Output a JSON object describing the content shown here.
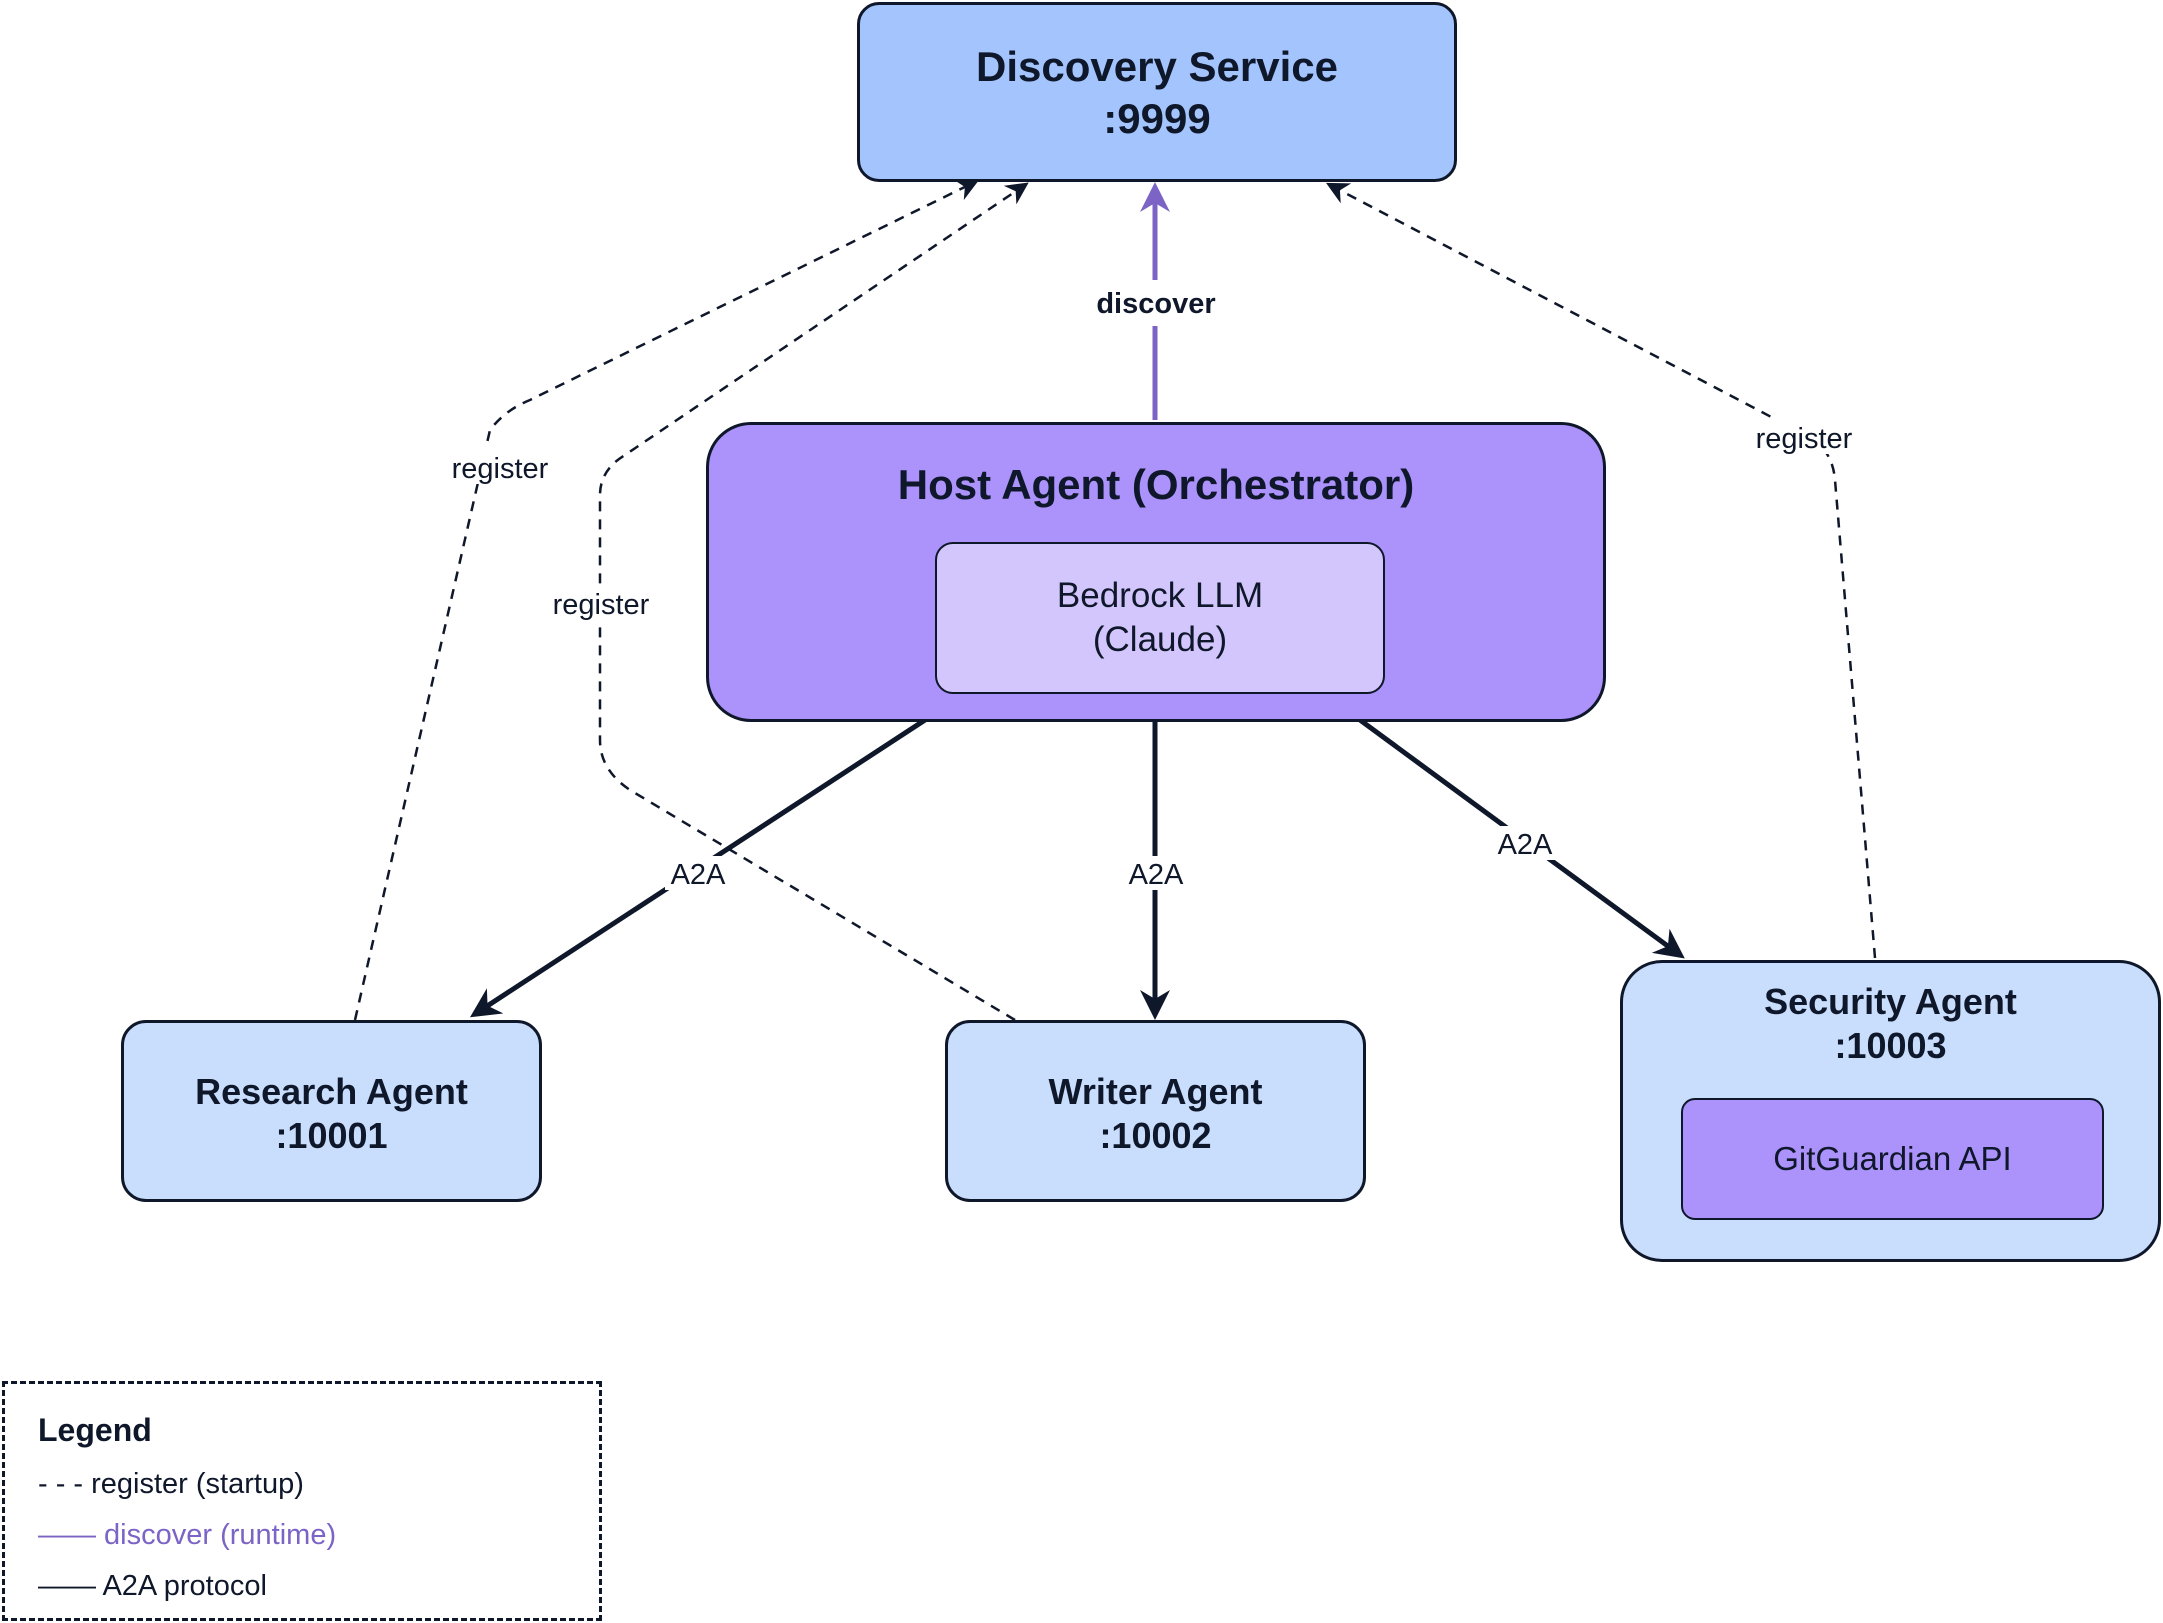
{
  "colors": {
    "discovery_fill": "#a3c4fd",
    "host_fill": "#ac92fb",
    "llm_fill": "#d3c6fc",
    "agent_fill": "#c9ddfc",
    "gitguardian_fill": "#ac92fb",
    "discover_edge": "#7c63c6",
    "ink": "#0f172a"
  },
  "nodes": {
    "discovery": {
      "title": "Discovery Service",
      "port": ":9999"
    },
    "host": {
      "title": "Host Agent (Orchestrator)"
    },
    "llm": {
      "label": "Bedrock LLM\n(Claude)"
    },
    "research": {
      "title": "Research Agent",
      "port": ":10001"
    },
    "writer": {
      "title": "Writer Agent",
      "port": ":10002"
    },
    "security": {
      "title": "Security Agent",
      "port": ":10003"
    },
    "gitguardian": {
      "label": "GitGuardian API"
    }
  },
  "edges": {
    "discover": "discover",
    "register_research": "register",
    "register_writer": "register",
    "register_security": "register",
    "a2a_research": "A2A",
    "a2a_writer": "A2A",
    "a2a_security": "A2A"
  },
  "legend": {
    "title": "Legend",
    "register": "- - - register (startup)",
    "discover_line": "——",
    "discover": " discover (runtime)",
    "a2a_line": "——",
    "a2a": " A2A protocol"
  }
}
